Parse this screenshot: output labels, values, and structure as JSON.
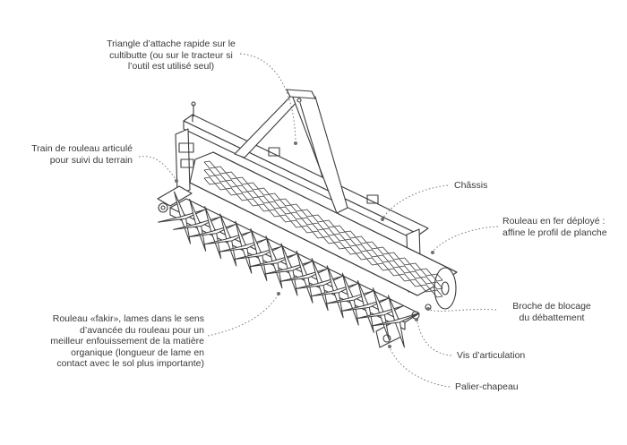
{
  "diagram": {
    "colors": {
      "line": "#3c3c3c",
      "leader": "#6f6f6f",
      "text": "#3a3a3a",
      "background": "#ffffff"
    },
    "labels": {
      "triangle": "Triangle d’attache rapide sur le\ncultibutte (ou sur le tracteur si\nl’outil est utilisé seul)",
      "train": "Train de rouleau articulé\npour suivi du terrain",
      "chassis": "Châssis",
      "rouleau_fer": "Rouleau en fer déployé :\naffine le profil de planche",
      "fakir": "Rouleau «fakir», lames dans le sens\nd’avancée du rouleau pour un\nmeilleur enfouissement de la matière\norganique (longueur de lame en\ncontact avec le sol plus importante)",
      "broche": "Broche de blocage\ndu débattement",
      "vis": "Vis d’articulation",
      "palier": "Palier-chapeau"
    }
  }
}
